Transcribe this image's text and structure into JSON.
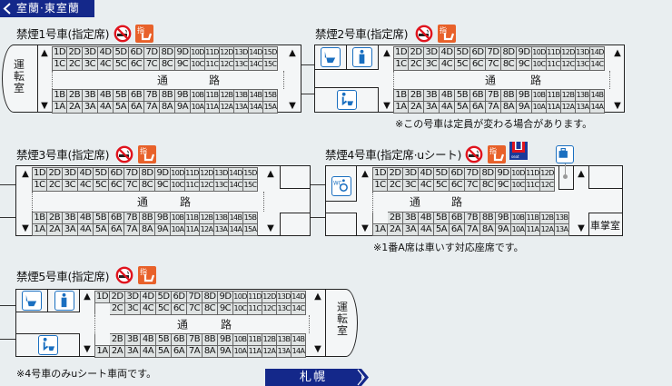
{
  "header": {
    "origin_label": "室蘭·東室蘭",
    "destination_label": "札幌",
    "colors": {
      "nav_blue": "#14288a",
      "reserved_orange": "#e8612a",
      "no_smoking_red": "#e0141e",
      "facility_blue": "#1a6fc0"
    }
  },
  "common": {
    "aisle_left": "通",
    "aisle_right": "路",
    "up_arrow": "▲",
    "down_arrow": "▼",
    "cab_label": [
      "運",
      "転",
      "室"
    ],
    "conductor_room": "車掌室"
  },
  "cars": [
    {
      "title": "禁煙1号車(指定席)",
      "icons": [
        "no-smoking-icon",
        "reserved-seat-icon"
      ],
      "rows": {
        "D": [
          "1D",
          "2D",
          "3D",
          "4D",
          "5D",
          "6D",
          "7D",
          "8D",
          "9D",
          "10D",
          "11D",
          "12D",
          "13D",
          "14D",
          "15D"
        ],
        "C": [
          "1C",
          "2C",
          "3C",
          "4C",
          "5C",
          "6C",
          "7C",
          "8C",
          "9C",
          "10C",
          "11C",
          "12C",
          "13C",
          "14C",
          "15C"
        ],
        "B": [
          "1B",
          "2B",
          "3B",
          "4B",
          "5B",
          "6B",
          "7B",
          "8B",
          "9B",
          "10B",
          "11B",
          "12B",
          "13B",
          "14B",
          "15B"
        ],
        "A": [
          "1A",
          "2A",
          "3A",
          "4A",
          "5A",
          "6A",
          "7A",
          "8A",
          "9A",
          "10A",
          "11A",
          "12A",
          "13A",
          "14A",
          "15A"
        ]
      }
    },
    {
      "title": "禁煙2号車(指定席)",
      "icons": [
        "no-smoking-icon",
        "reserved-seat-icon"
      ],
      "facilities": [
        "western-toilet-icon",
        "mens-toilet-icon",
        "urinal-icon"
      ],
      "rows": {
        "D": [
          "1D",
          "2D",
          "3D",
          "4D",
          "5D",
          "6D",
          "7D",
          "8D",
          "9D",
          "10D",
          "11D",
          "12D",
          "13D",
          "14D"
        ],
        "C": [
          "1C",
          "2C",
          "3C",
          "4C",
          "5C",
          "6C",
          "7C",
          "8C",
          "9C",
          "10C",
          "11C",
          "12C",
          "13C",
          "14C"
        ],
        "B": [
          "1B",
          "2B",
          "3B",
          "4B",
          "5B",
          "6B",
          "7B",
          "8B",
          "9B",
          "10B",
          "11B",
          "12B",
          "13B",
          "14B"
        ],
        "A": [
          "1A",
          "2A",
          "3A",
          "4A",
          "5A",
          "6A",
          "7A",
          "8A",
          "9A",
          "10A",
          "11A",
          "12A",
          "13A",
          "14A"
        ]
      },
      "note": "※この号車は定員が変わる場合があります。"
    },
    {
      "title": "禁煙3号車(指定席)",
      "icons": [
        "no-smoking-icon",
        "reserved-seat-icon"
      ],
      "rows": {
        "D": [
          "1D",
          "2D",
          "3D",
          "4D",
          "5D",
          "6D",
          "7D",
          "8D",
          "9D",
          "10D",
          "11D",
          "12D",
          "13D",
          "14D",
          "15D"
        ],
        "C": [
          "1C",
          "2C",
          "3C",
          "4C",
          "5C",
          "6C",
          "7C",
          "8C",
          "9C",
          "10C",
          "11C",
          "12C",
          "13C",
          "14C",
          "15C"
        ],
        "B": [
          "1B",
          "2B",
          "3B",
          "4B",
          "5B",
          "6B",
          "7B",
          "8B",
          "9B",
          "10B",
          "11B",
          "12B",
          "13B",
          "14B",
          "15B"
        ],
        "A": [
          "1A",
          "2A",
          "3A",
          "4A",
          "5A",
          "6A",
          "7A",
          "8A",
          "9A",
          "10A",
          "11A",
          "12A",
          "13A",
          "14A",
          "15A"
        ]
      }
    },
    {
      "title": "禁煙4号車(指定席·uシート)",
      "icons": [
        "no-smoking-icon",
        "reserved-seat-icon",
        "u-seat-icon"
      ],
      "facilities": [
        "multipurpose-toilet-icon",
        "luggage-rack-icon"
      ],
      "rows": {
        "D": [
          "1D",
          "2D",
          "3D",
          "4D",
          "5D",
          "6D",
          "7D",
          "8D",
          "9D",
          "10D",
          "11D",
          "12D"
        ],
        "C": [
          "1C",
          "2C",
          "3C",
          "4C",
          "5C",
          "6C",
          "7C",
          "8C",
          "9C",
          "10C",
          "11C",
          "12C"
        ],
        "B": [
          "",
          "2B",
          "3B",
          "4B",
          "5B",
          "6B",
          "7B",
          "8B",
          "9B",
          "10B",
          "11B",
          "12B",
          "13B"
        ],
        "A": [
          "1A",
          "2A",
          "3A",
          "4A",
          "5A",
          "6A",
          "7A",
          "8A",
          "9A",
          "10A",
          "11A",
          "12A",
          "13A"
        ]
      },
      "note": "※1番A席は車いす対応座席です。"
    },
    {
      "title": "禁煙5号車(指定席)",
      "icons": [
        "no-smoking-icon",
        "reserved-seat-icon"
      ],
      "facilities": [
        "western-toilet-icon",
        "mens-toilet-icon",
        "urinal-icon"
      ],
      "rows": {
        "D": [
          "1D",
          "2D",
          "3D",
          "4D",
          "5D",
          "6D",
          "7D",
          "8D",
          "9D",
          "10D",
          "11D",
          "12D",
          "13D",
          "14D"
        ],
        "C": [
          "",
          "2C",
          "3C",
          "4C",
          "5C",
          "6C",
          "7C",
          "8C",
          "9C",
          "10C",
          "11C",
          "12C",
          "13C",
          "14C"
        ],
        "B": [
          "",
          "2B",
          "3B",
          "4B",
          "5B",
          "6B",
          "7B",
          "8B",
          "9B",
          "10B",
          "11B",
          "12B",
          "13B",
          "14B"
        ],
        "A": [
          "1A",
          "2A",
          "3A",
          "4A",
          "5A",
          "6A",
          "7A",
          "8A",
          "9A",
          "10A",
          "11A",
          "12A",
          "13A",
          "14A"
        ]
      },
      "note": "※4号車のみuシート車両です。"
    }
  ]
}
